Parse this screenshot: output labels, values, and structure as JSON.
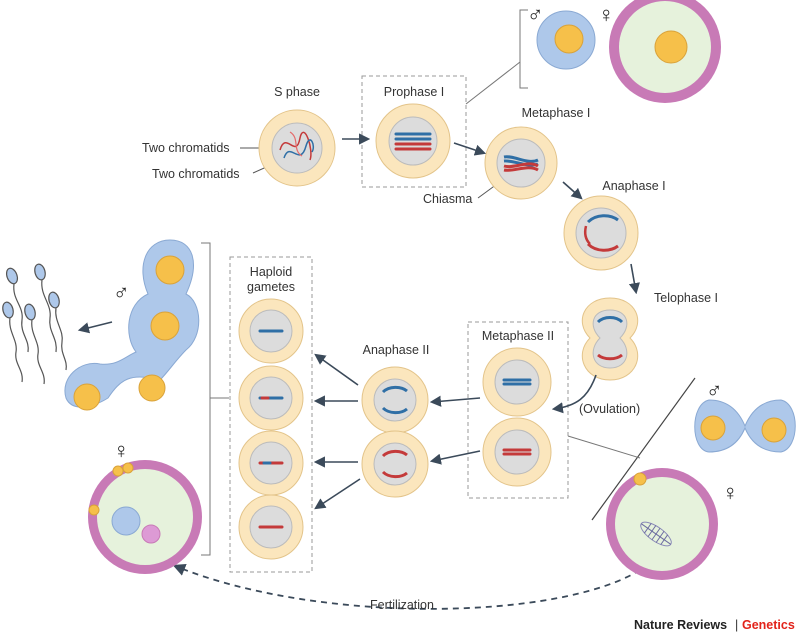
{
  "labels": {
    "s_phase": "S phase",
    "prophase_i": "Prophase I",
    "metaphase_i": "Metaphase I",
    "anaphase_i": "Anaphase I",
    "telophase_i": "Telophase I",
    "metaphase_ii": "Metaphase II",
    "anaphase_ii": "Anaphase II",
    "haploid_gametes_1": "Haploid",
    "haploid_gametes_2": "gametes",
    "two_chromatids_top": "Two chromatids",
    "two_chromatids_bottom": "Two chromatids",
    "chiasma": "Chiasma",
    "ovulation": "(Ovulation)",
    "fertilization": "Fertilization"
  },
  "symbols": {
    "male": "♂",
    "female": "♀"
  },
  "credit": {
    "journal": "Nature Reviews",
    "separator": "|",
    "section": "Genetics"
  },
  "colors": {
    "cell_outer": "#fbe6bd",
    "cell_outer_stroke": "#e3c48a",
    "nucleus": "#dcdcdc",
    "chromosome_blue": "#2f6fa6",
    "chromosome_red": "#c43a3a",
    "male_cell": "#aec8ea",
    "female_cell": "#e6f2dc",
    "female_rim": "#c87ab6",
    "nucleus_yellow": "#f6c04a",
    "credit_red": "#e2231a"
  }
}
